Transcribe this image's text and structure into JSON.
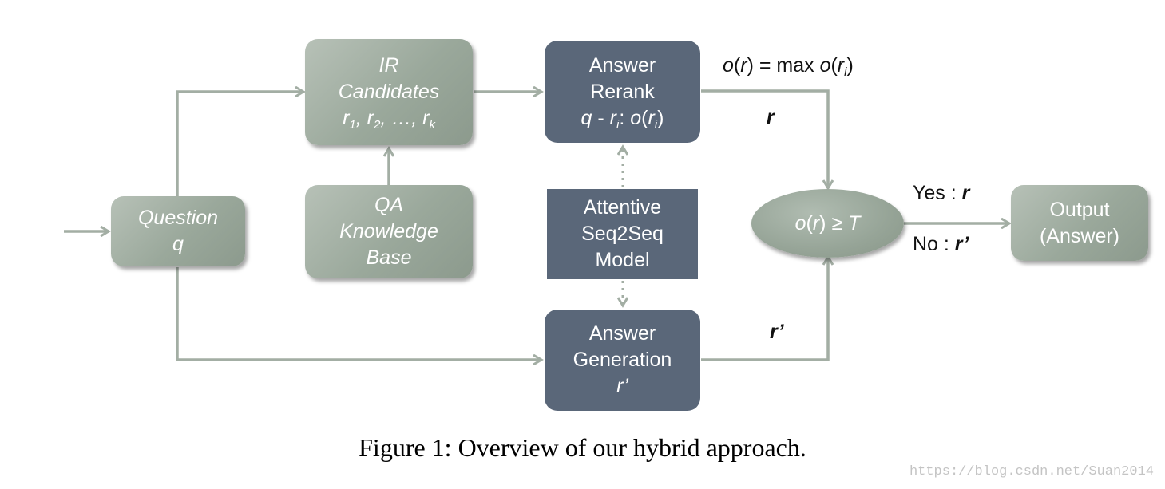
{
  "nodes": {
    "question": {
      "line1": "Question",
      "line2": "q"
    },
    "ir": {
      "line1": "IR",
      "line2": "Candidates",
      "r": "r",
      "sub1": "1",
      "sep1": ", ",
      "sub2": "2",
      "mid": ", …, ",
      "subk": "k"
    },
    "qa_kb": {
      "line1": "QA",
      "line2": "Knowledge",
      "line3": "Base"
    },
    "rerank": {
      "line1": "Answer",
      "line2": "Rerank",
      "q": "q",
      "dash": " - ",
      "r": "r",
      "sub_i": "i",
      "colon": ": ",
      "o": "o",
      "paren_open": "(",
      "r2": "r",
      "sub_i2": "i",
      "paren_close": ")"
    },
    "seq2seq": {
      "line1": "Attentive",
      "line2": "Seq2Seq",
      "line3": "Model"
    },
    "generation": {
      "line1": "Answer",
      "line2": "Generation",
      "line3": "r’"
    },
    "decision": {
      "o": "o",
      "open": "(",
      "r": "r",
      "rest": ") ≥ ",
      "T": "T"
    },
    "output": {
      "line1": "Output",
      "line2": "(Answer)"
    }
  },
  "labels": {
    "max": {
      "o1": "o",
      "p1": "(",
      "r1": "r",
      "p2": ") = max ",
      "o2": "o",
      "p3": "(",
      "r2": "r",
      "sub": "i",
      "p4": ")"
    },
    "r": "r",
    "r_prime": "r’",
    "yes_prefix": "Yes : ",
    "yes_val": "r",
    "no_prefix": "No : ",
    "no_val": "r’"
  },
  "caption": "Figure 1: Overview of our hybrid approach.",
  "watermark": "https://blog.csdn.net/Suan2014",
  "colors": {
    "arrow": "#a3aea4",
    "green_box": "#9aa89b",
    "dark_box": "#5a6779"
  }
}
